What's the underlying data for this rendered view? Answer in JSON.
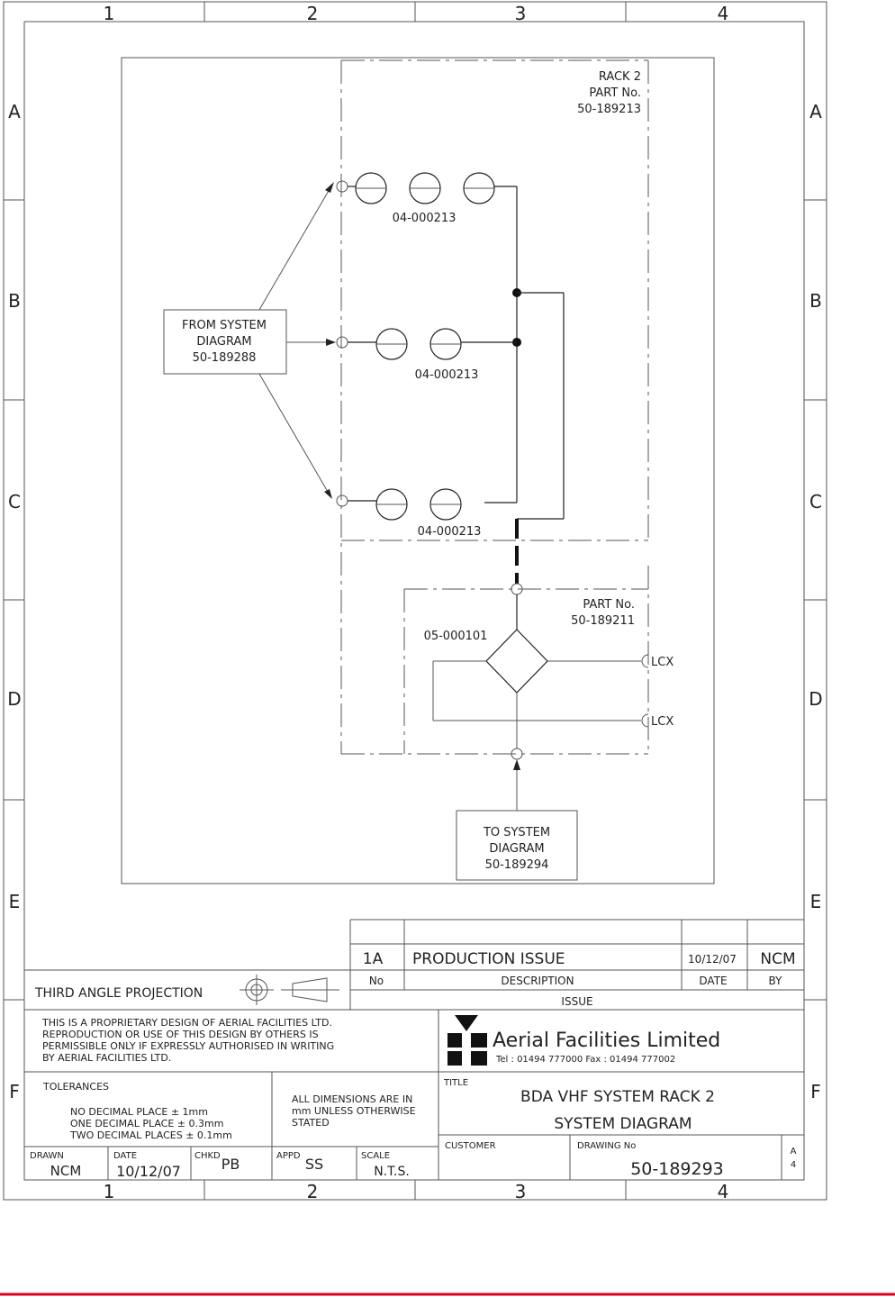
{
  "sheet": {
    "columns": [
      "1",
      "2",
      "3",
      "4"
    ],
    "rows": [
      "A",
      "B",
      "C",
      "D",
      "E",
      "F"
    ]
  },
  "diagram": {
    "rack": {
      "title": "RACK 2",
      "part_label": "PART No.",
      "part_no": "50-189213"
    },
    "filters": [
      "04-000213",
      "04-000213",
      "04-000213"
    ],
    "from_system": [
      "FROM SYSTEM",
      "DIAGRAM",
      "50-189288"
    ],
    "sub_rack": {
      "part_label": "PART No.",
      "part_no": "50-189211"
    },
    "splitter": "05-000101",
    "outputs": [
      "LCX",
      "LCX"
    ],
    "to_system": [
      "TO SYSTEM",
      "DIAGRAM",
      "50-189294"
    ]
  },
  "title_block": {
    "revision": {
      "no": "1A",
      "description": "PRODUCTION ISSUE",
      "date": "10/12/07",
      "by": "NCM"
    },
    "rev_headers": {
      "no": "No",
      "description": "DESCRIPTION",
      "date": "DATE",
      "by": "BY",
      "issue": "ISSUE"
    },
    "projection": "THIRD ANGLE PROJECTION",
    "proprietary": [
      "THIS IS A PROPRIETARY DESIGN OF AERIAL FACILITIES LTD.",
      "REPRODUCTION OR USE OF THIS DESIGN BY OTHERS IS",
      "PERMISSIBLE ONLY IF EXPRESSLY AUTHORISED IN WRITING",
      "BY AERIAL FACILITIES LTD."
    ],
    "company": "Aerial Facilities Limited",
    "contact": "Tel : 01494 777000  Fax : 01494 777002",
    "tolerances_label": "TOLERANCES",
    "tolerances": [
      "NO DECIMAL PLACE ± 1mm",
      "ONE DECIMAL PLACE ± 0.3mm",
      "TWO DECIMAL PLACES ± 0.1mm"
    ],
    "dimensions_note": [
      "ALL DIMENSIONS ARE IN",
      "mm UNLESS OTHERWISE",
      "STATED"
    ],
    "title_label": "TITLE",
    "title": [
      "BDA VHF SYSTEM RACK 2",
      "SYSTEM DIAGRAM"
    ],
    "customer_label": "CUSTOMER",
    "drawing_no_label": "DRAWING No",
    "drawing_no": "50-189293",
    "sheet_size": [
      "A",
      "4"
    ],
    "drawn_label": "DRAWN",
    "drawn": "NCM",
    "date_label": "DATE",
    "date": "10/12/07",
    "chkd_label": "CHKD",
    "chkd": "PB",
    "appd_label": "APPD",
    "appd": "SS",
    "scale_label": "SCALE",
    "scale": "N.T.S."
  },
  "colors": {
    "footer_rule": "#d4001a",
    "ink": "#222222"
  }
}
